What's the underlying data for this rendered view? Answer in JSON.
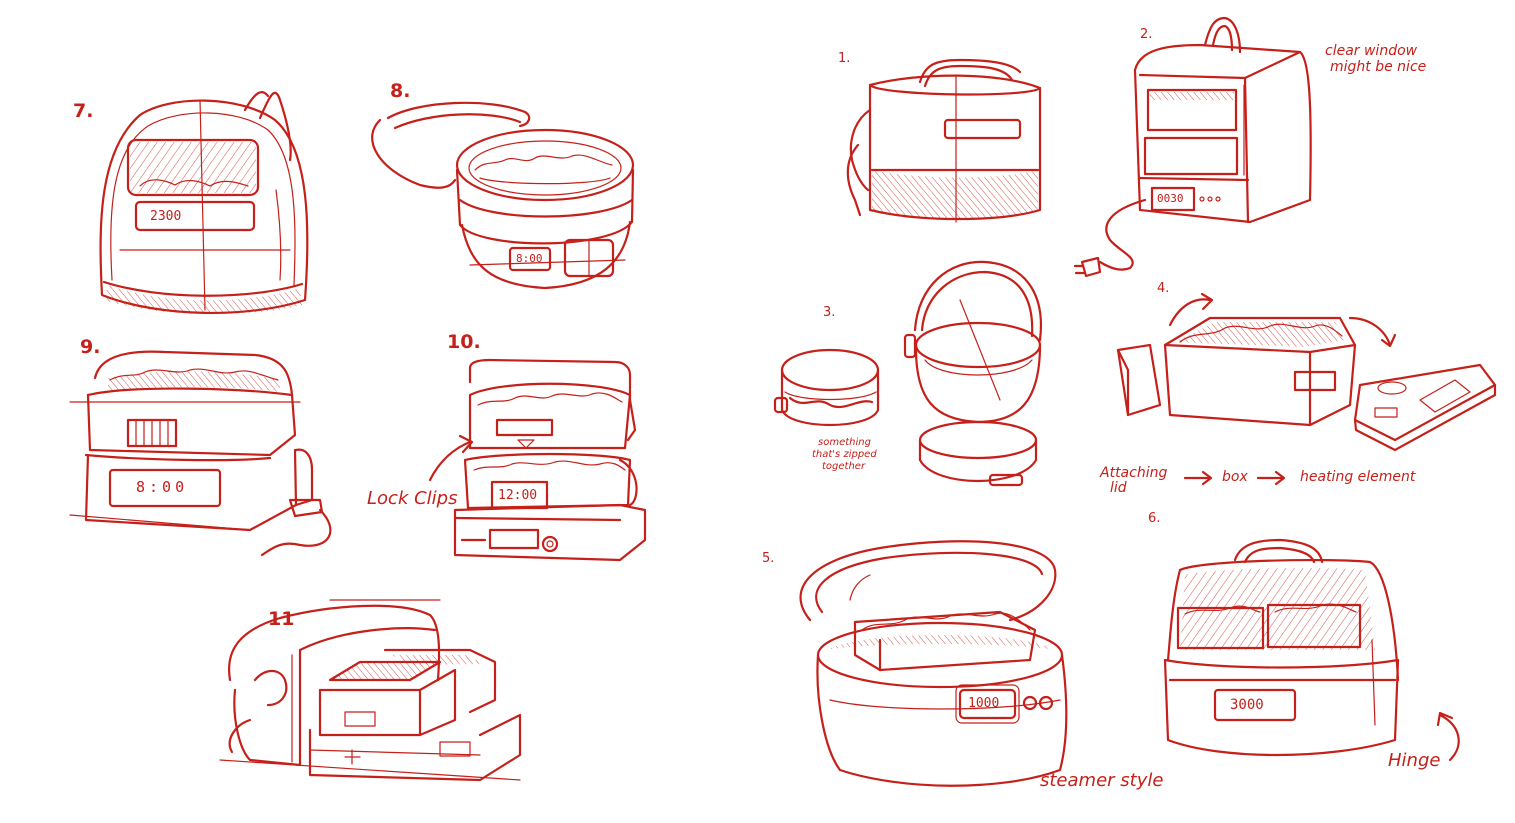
{
  "sketches": {
    "s7": {
      "number": "7.",
      "display": "2300"
    },
    "s8": {
      "number": "8.",
      "display": "8:00"
    },
    "s9": {
      "number": "9.",
      "display": "8:00"
    },
    "s10": {
      "number": "10.",
      "display": "12:00",
      "note": "Lock Clips"
    },
    "s11": {
      "number": "11"
    },
    "s1": {
      "number": "1."
    },
    "s2": {
      "number": "2.",
      "display": "0030",
      "note_line1": "clear window",
      "note_line2": "might be nice"
    },
    "s3": {
      "number": "3.",
      "note_line1": "something",
      "note_line2": "that's zipped",
      "note_line3": "together"
    },
    "s4": {
      "number": "4.",
      "caption_1": "Attaching",
      "caption_1b": "lid",
      "caption_2": "box",
      "caption_3": "heating element",
      "arrow": "→"
    },
    "s5": {
      "number": "5.",
      "display": "1000",
      "caption": "steamer style"
    },
    "s6": {
      "number": "6.",
      "display": "3000",
      "note": "Hinge"
    }
  },
  "colors": {
    "ink": "#c5201a",
    "paper": "#ffffff"
  }
}
